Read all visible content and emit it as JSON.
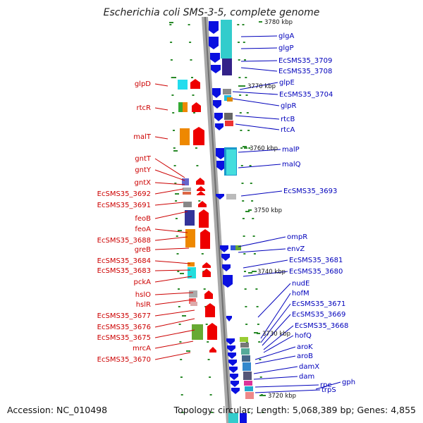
{
  "title": "Escherichia coli SMS-3-5, complete genome",
  "footer": {
    "accession": "Accession: NC_010498",
    "summary": "Topology: circular; Length: 5,068,389 bp; Genes: 4,855"
  },
  "colors": {
    "left_labels": "#cc0000",
    "right_labels": "#0000bb",
    "backbone": "#8a8a8a",
    "ticks": "#2a8a2a"
  },
  "kbp_labels": [
    "3780 kbp",
    "3770 kbp",
    "3760 kbp",
    "3750 kbp",
    "3740 kbp",
    "3730 kbp",
    "3720 kbp"
  ],
  "left_genes": [
    "glpD",
    "rtcR",
    "malT",
    "gntT",
    "gntY",
    "gntX",
    "EcSMS35_3692",
    "EcSMS35_3691",
    "feoB",
    "feoA",
    "EcSMS35_3688",
    "greB",
    "EcSMS35_3684",
    "EcSMS35_3683",
    "pckA",
    "hslO",
    "hslR",
    "EcSMS35_3677",
    "EcSMS35_3676",
    "EcSMS35_3675",
    "mrcA",
    "EcSMS35_3670"
  ],
  "right_genes": [
    "glgA",
    "glgP",
    "EcSMS35_3709",
    "EcSMS35_3708",
    "glpE",
    "EcSMS35_3704",
    "glpR",
    "rtcB",
    "rtcA",
    "malP",
    "malQ",
    "EcSMS35_3693",
    "ompR",
    "envZ",
    "EcSMS35_3681",
    "EcSMS35_3680",
    "nudE",
    "hofM",
    "EcSMS35_3671",
    "EcSMS35_3669",
    "EcSMS35_3668",
    "hofQ",
    "aroK",
    "aroB",
    "damX",
    "dam",
    "rpe",
    "gph",
    "trpS"
  ]
}
